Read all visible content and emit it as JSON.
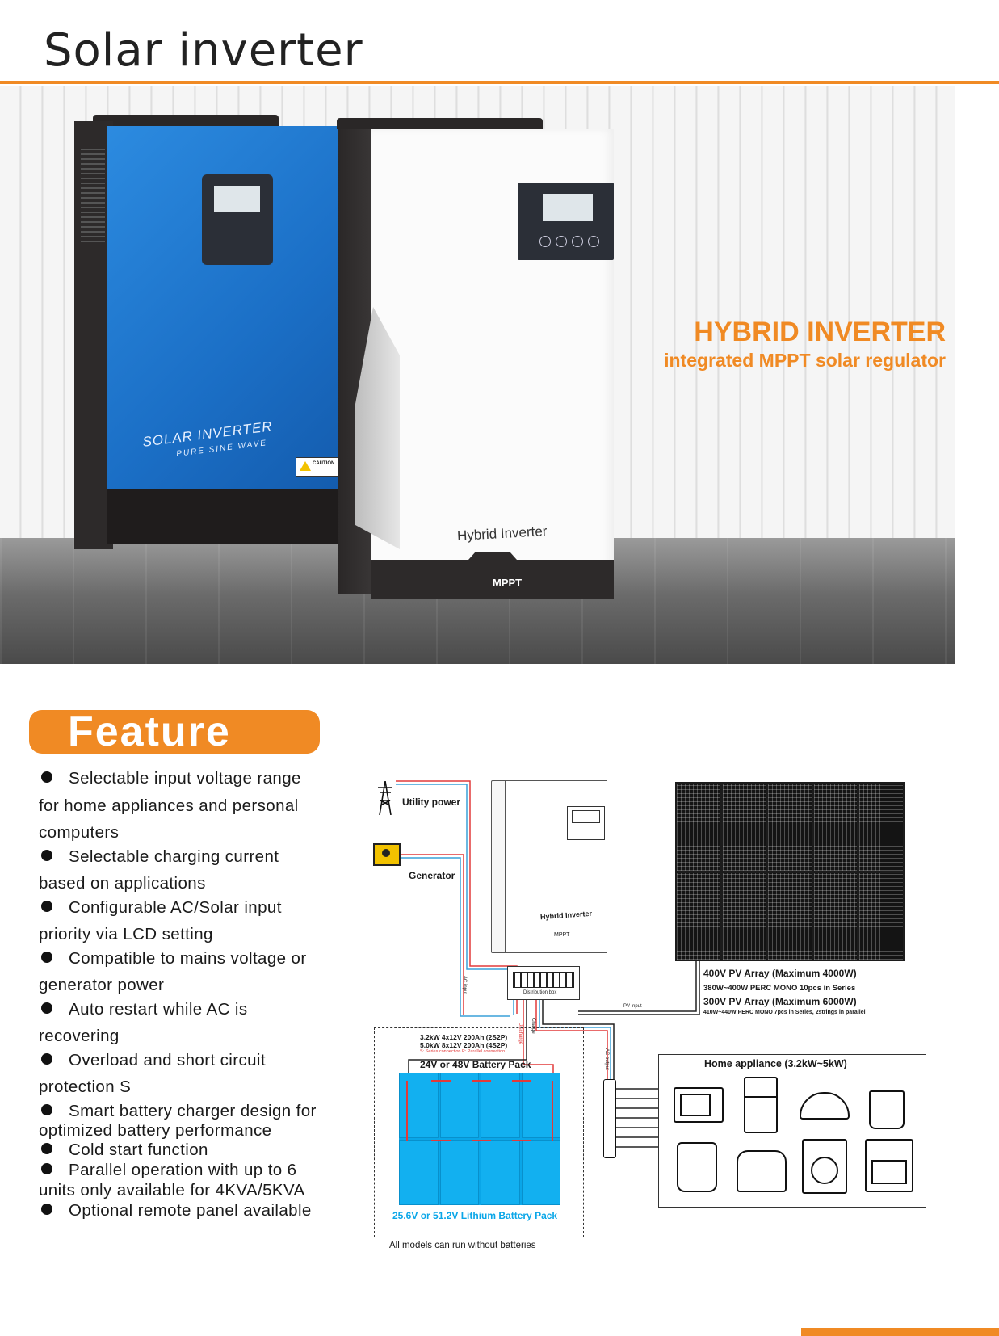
{
  "page": {
    "title": "Solar inverter",
    "accent_color": "#f08a24"
  },
  "hero": {
    "headline": "HYBRID INVERTER",
    "subheadline": "integrated MPPT solar regulator",
    "blue_unit_label_1": "SOLAR  INVERTER",
    "blue_unit_label_2": "PURE  SINE  WAVE",
    "white_unit_label": "Hybrid Inverter",
    "white_unit_badge": "MPPT",
    "caution_label": "CAUTION"
  },
  "feature": {
    "title": "Feature",
    "items": [
      {
        "first": "Selectable input voltage range",
        "rest": [
          "for home appliances and personal",
          "computers"
        ]
      },
      {
        "first": "Selectable charging current",
        "rest": [
          "based on applications"
        ]
      },
      {
        "first": "Configurable AC/Solar input",
        "rest": [
          "priority via LCD setting"
        ]
      },
      {
        "first": "Compatible to mains voltage or",
        "rest": [
          "generator power"
        ]
      },
      {
        "first": "Auto restart while AC is",
        "rest": [
          "recovering"
        ]
      },
      {
        "first": "Overload and short circuit",
        "rest": [
          "protection S"
        ]
      },
      {
        "first": "Smart battery charger design for",
        "rest": [
          "optimized battery performance"
        ]
      },
      {
        "first": "Cold start function",
        "rest": []
      },
      {
        "first": "Parallel operation with up to 6",
        "rest": [
          "units only available for 4KVA/5KVA"
        ]
      },
      {
        "first": "Optional remote panel available",
        "rest": []
      }
    ]
  },
  "diagram": {
    "utility_power": "Utility power",
    "generator": "Generator",
    "ac_input": "AC input",
    "inverter_label": "Hybrid Inverter",
    "inverter_badge": "MPPT",
    "distribution_box": "Distribution box",
    "pv_input": "PV input",
    "discharge": "Discharge",
    "charge": "Charge",
    "ac_output": "AC output",
    "pv_array_1": "400V PV Array (Maximum 4000W)",
    "pv_array_1_detail": "380W~400W PERC MONO 10pcs in Series",
    "pv_array_2": "300V PV Array (Maximum 6000W)",
    "pv_array_2_detail": "410W~440W PERC MONO 7pcs in Series, 2strings in parallel",
    "battery_config_1": "3.2kW 4x12V 200Ah (2S2P)",
    "battery_config_2": "5.0kW 8x12V 200Ah (4S2P)",
    "battery_config_note": "S: Series connection P: Parallel connection",
    "battery_pack": "24V or 48V Battery Pack",
    "lithium_pack": "25.6V or 51.2V Lithium Battery Pack",
    "no_battery_note": "All models can run without batteries",
    "home_appliance": "Home appliance (3.2kW~5kW)",
    "battery_color": "#0aa6e8",
    "ac_line_color": "#e23a3a",
    "dc_line_color": "#3aa0d8"
  }
}
